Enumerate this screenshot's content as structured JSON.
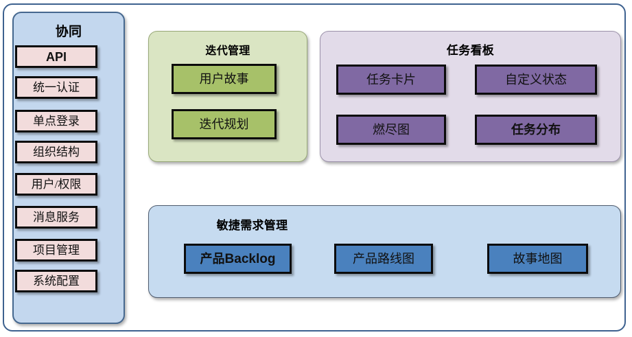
{
  "diagram": {
    "title_hidden": "",
    "colors": {
      "outer_border": "#3d618f",
      "sidebar_bg": "#c3d7ee",
      "sidebar_item_bg": "#f2dcdc",
      "iteration_bg": "#dae5c3",
      "iteration_item_bg": "#a7c169",
      "taskboard_bg": "#e2dbe9",
      "taskboard_item_bg": "#8069a3",
      "agile_bg": "#c6dbf0",
      "agile_item_bg": "#4a81be",
      "item_border": "#0b0b0b"
    }
  },
  "sidebar": {
    "title": "协同",
    "items": [
      {
        "label": "API"
      },
      {
        "label": "统一认证"
      },
      {
        "label": "单点登录"
      },
      {
        "label": "组织结构"
      },
      {
        "label": "用户/权限"
      },
      {
        "label": "消息服务"
      },
      {
        "label": "项目管理"
      },
      {
        "label": "系统配置"
      }
    ]
  },
  "iteration": {
    "title": "迭代管理",
    "items": [
      {
        "label": "用户故事"
      },
      {
        "label": "迭代规划"
      }
    ]
  },
  "taskboard": {
    "title": "任务看板",
    "items": [
      {
        "label": "任务卡片"
      },
      {
        "label": "自定义状态"
      },
      {
        "label": "燃尽图"
      },
      {
        "label": "任务分布"
      }
    ]
  },
  "agile": {
    "title": "敏捷需求管理",
    "items": [
      {
        "label": "产品",
        "label_suffix": "Backlog"
      },
      {
        "label": "产品路线图"
      },
      {
        "label": "故事地图"
      }
    ]
  }
}
